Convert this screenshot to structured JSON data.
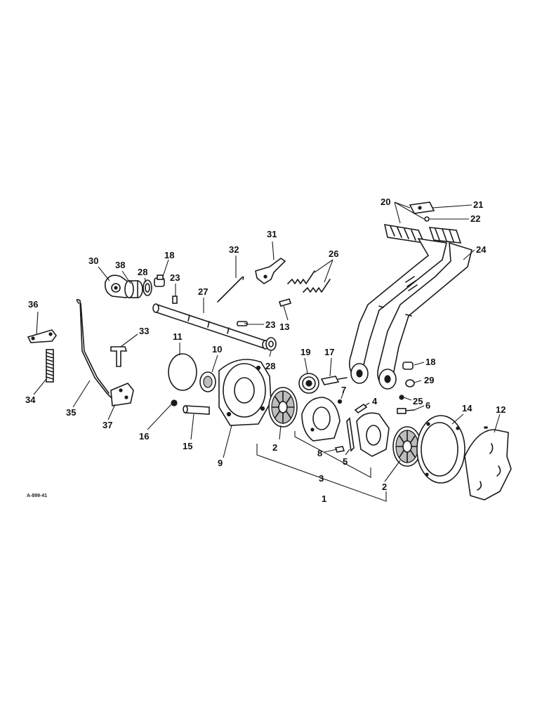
{
  "figure_id": "A-899-41",
  "colors": {
    "ink": "#1a1a1a",
    "shade": "#bdbdbd",
    "paper": "#ffffff"
  },
  "callouts": {
    "c1": "1",
    "c2a": "2",
    "c2b": "2",
    "c3": "3",
    "c4": "4",
    "c5": "5",
    "c6": "6",
    "c7": "7",
    "c8": "8",
    "c9": "9",
    "c10": "10",
    "c11": "11",
    "c12": "12",
    "c13": "13",
    "c14": "14",
    "c15": "15",
    "c16": "16",
    "c17": "17",
    "c18a": "18",
    "c18b": "18",
    "c19": "19",
    "c20": "20",
    "c21": "21",
    "c22": "22",
    "c23a": "23",
    "c23b": "23",
    "c24": "24",
    "c25": "25",
    "c26": "26",
    "c27": "27",
    "c28a": "28",
    "c28b": "28",
    "c29": "29",
    "c30": "30",
    "c31": "31",
    "c32": "32",
    "c33": "33",
    "c34": "34",
    "c35": "35",
    "c36": "36",
    "c37": "37",
    "c38": "38"
  }
}
